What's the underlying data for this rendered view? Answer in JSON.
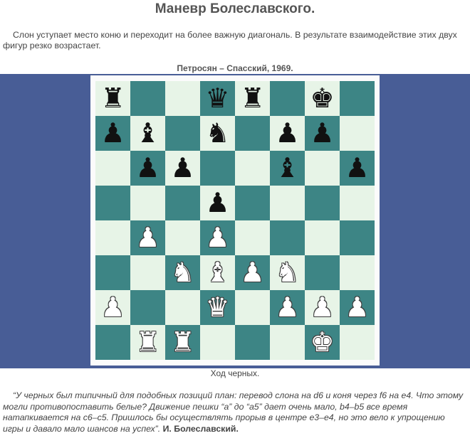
{
  "title": "Маневр Болеславского.",
  "intro": "Слон уступает место коню и переходит на более важную диагональ. В результате взаимодействие этих двух фигур резко возрастает.",
  "game": "Петросян – Спасский, 1969.",
  "board": {
    "colors": {
      "light": "#e7f4e7",
      "dark": "#3d8585",
      "band": "#485d96"
    },
    "ranks": [
      [
        "r",
        "",
        "",
        "q",
        "r",
        "",
        "k",
        ""
      ],
      [
        "p",
        "b",
        "",
        "n",
        "",
        "p",
        "p",
        ""
      ],
      [
        "",
        "p",
        "p",
        "",
        "",
        "b",
        "",
        "p"
      ],
      [
        "",
        "",
        "",
        "p",
        "",
        "",
        "",
        ""
      ],
      [
        "",
        "P",
        "",
        "P",
        "",
        "",
        "",
        ""
      ],
      [
        "",
        "",
        "N",
        "B",
        "P",
        "N",
        "",
        ""
      ],
      [
        "P",
        "",
        "",
        "Q",
        "",
        "P",
        "P",
        "P"
      ],
      [
        "",
        "R",
        "R",
        "",
        "",
        "",
        "K",
        ""
      ]
    ]
  },
  "caption": "Ход черных.",
  "quote": {
    "text": "“У черных был типичный для подобных позиций план: перевод слона на d6 и коня через f6 на e4. Что этому могли противопоставить белые? Движение пешки “a” до “a5” дает очень мало, b4–b5 все время натапкивается на c6–c5. Пришлось бы осуществлять прорыв в центре e3–e4, но это вело к упрощению игры и давало мало шансов на успех”.",
    "author": "И. Болеславский."
  }
}
